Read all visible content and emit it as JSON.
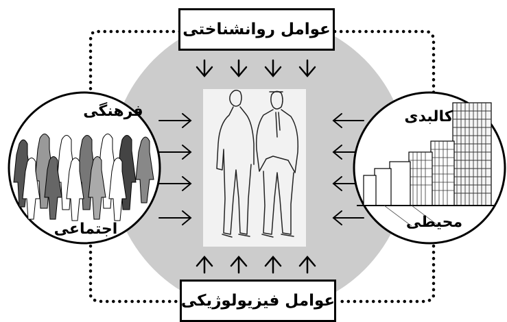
{
  "diagram": {
    "top_factor": "عوامل روانشناختی",
    "bottom_factor": "عوامل فیزیولوژیکی",
    "left_circle": {
      "top_label": "فرهنگی",
      "bottom_label": "اجتماعی"
    },
    "right_circle": {
      "top_label": "کالبدی",
      "bottom_label": "محیطی"
    }
  },
  "colors": {
    "background": "#ffffff",
    "center_circle": "#cccccc",
    "ink": "#000000"
  },
  "icons": [
    "two-men-sketch",
    "crowd-sketch",
    "buildings-sketch",
    "arrow-icon",
    "dotted-connector"
  ]
}
